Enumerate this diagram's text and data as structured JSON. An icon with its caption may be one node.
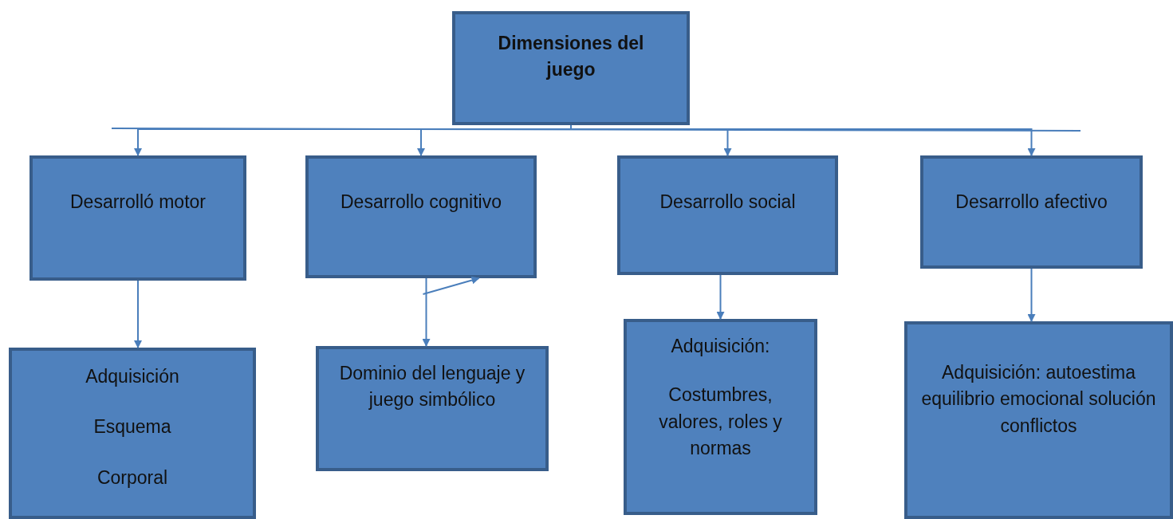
{
  "diagram": {
    "nodes": [
      {
        "text": [
          "Dimensiones del juego"
        ]
      },
      {
        "text": [
          "Desarrolló motor"
        ]
      },
      {
        "text": [
          "Desarrollo cognitivo"
        ]
      },
      {
        "text": [
          "Desarrollo social"
        ]
      },
      {
        "text": [
          "Desarrollo afectivo"
        ]
      },
      {
        "text": [
          "Adquisición",
          "Esquema",
          "Corporal"
        ]
      },
      {
        "text": [
          "Dominio del lenguaje y juego simbólico"
        ]
      },
      {
        "text": [
          "Adquisición:",
          "Costumbres, valores, roles y normas"
        ]
      },
      {
        "text": [
          "Adquisición: autoestima equilibrio emocional solución conflictos"
        ]
      }
    ],
    "edges": [
      {
        "from": 0,
        "to": 1,
        "arrow": "to"
      },
      {
        "from": 0,
        "to": 2,
        "arrow": "to"
      },
      {
        "from": 0,
        "to": 3,
        "arrow": "to"
      },
      {
        "from": 0,
        "to": 4,
        "arrow": "to"
      },
      {
        "from": 1,
        "to": 5,
        "arrow": "to"
      },
      {
        "from": 2,
        "to": 6,
        "arrow": "to"
      },
      {
        "from": null,
        "to": 2,
        "arrow": "to"
      },
      {
        "from": 3,
        "to": 7,
        "arrow": "to"
      },
      {
        "from": 4,
        "to": 8,
        "arrow": "to"
      }
    ]
  }
}
